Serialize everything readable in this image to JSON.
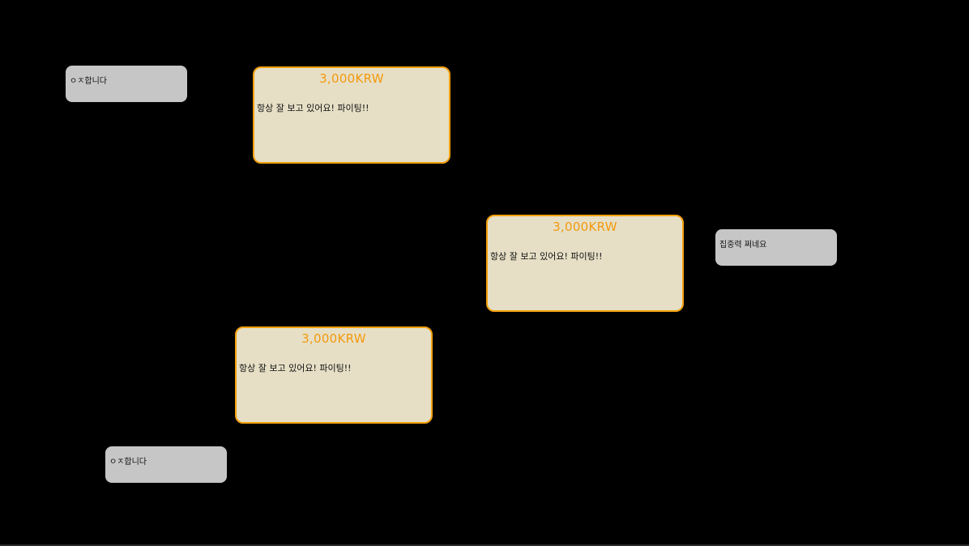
{
  "chat_messages": [
    {
      "text": "ㅇㅈ합니다"
    },
    {
      "text": "집중력 쩌네요"
    },
    {
      "text": "ㅇㅈ합니다"
    }
  ],
  "donations": [
    {
      "amount": "3,000KRW",
      "message": "항상 잘 보고 있어요! 파이팅!!"
    },
    {
      "amount": "3,000KRW",
      "message": "항상 잘 보고 있어요! 파이팅!!"
    },
    {
      "amount": "3,000KRW",
      "message": "항상 잘 보고 있어요! 파이팅!!"
    }
  ],
  "colors": {
    "background": "#000000",
    "chat_bubble": "#c6c6c6",
    "donation_card": "#e6dfc6",
    "donation_accent": "#f3a00d"
  }
}
